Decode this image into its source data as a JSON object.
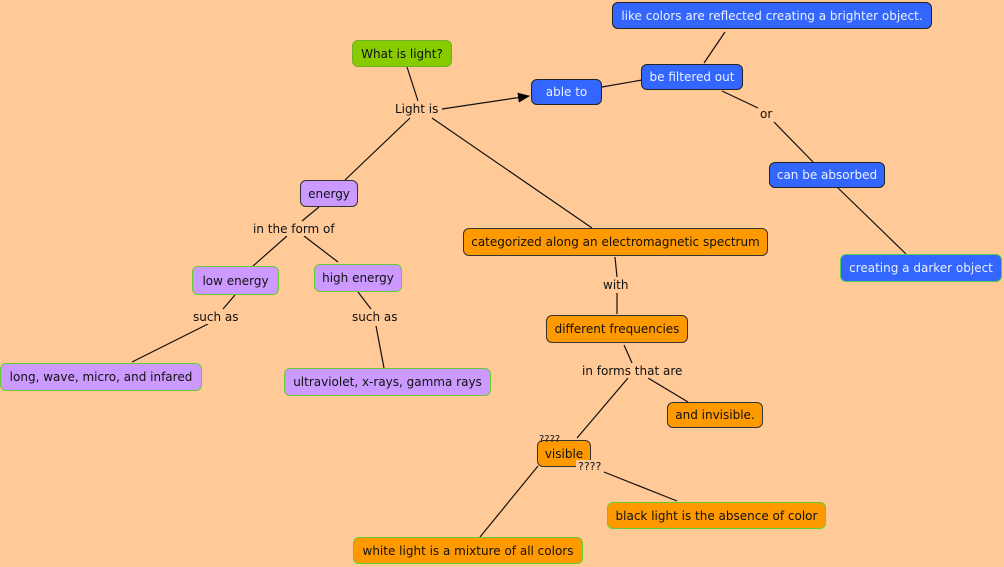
{
  "nodes": {
    "what_is_light": "What is light?",
    "energy": "energy",
    "low_energy": "low energy",
    "high_energy": "high energy",
    "low_examples": "long, wave, micro, and infared",
    "high_examples": "ultraviolet, x-rays, gamma rays",
    "categorized": "categorized along an electromagnetic spectrum",
    "different_frequencies": "different frequencies",
    "and_invisible": "and invisible.",
    "visible": "visible",
    "white_light": "white light is a mixture of all colors",
    "black_light": "black light is the absence of color",
    "able_to": "able to",
    "be_filtered_out": "be filtered out",
    "like_colors": "like colors are reflected creating a brighter object.",
    "can_be_absorbed": "can be absorbed",
    "creating_darker": "creating a darker object"
  },
  "links": {
    "light_is": "Light is",
    "in_the_form_of": "in the form of",
    "such_as_low": "such as",
    "such_as_high": "such as",
    "with": "with",
    "in_forms_that_are": "in forms that are",
    "question_marks_top": "????",
    "question_marks_side": "????",
    "or": "or"
  },
  "colors": {
    "background": "#ffc998",
    "green_node": "#88cc00",
    "purple_node": "#cc99ff",
    "orange_node": "#ff9900",
    "blue_node": "#3366ff"
  }
}
